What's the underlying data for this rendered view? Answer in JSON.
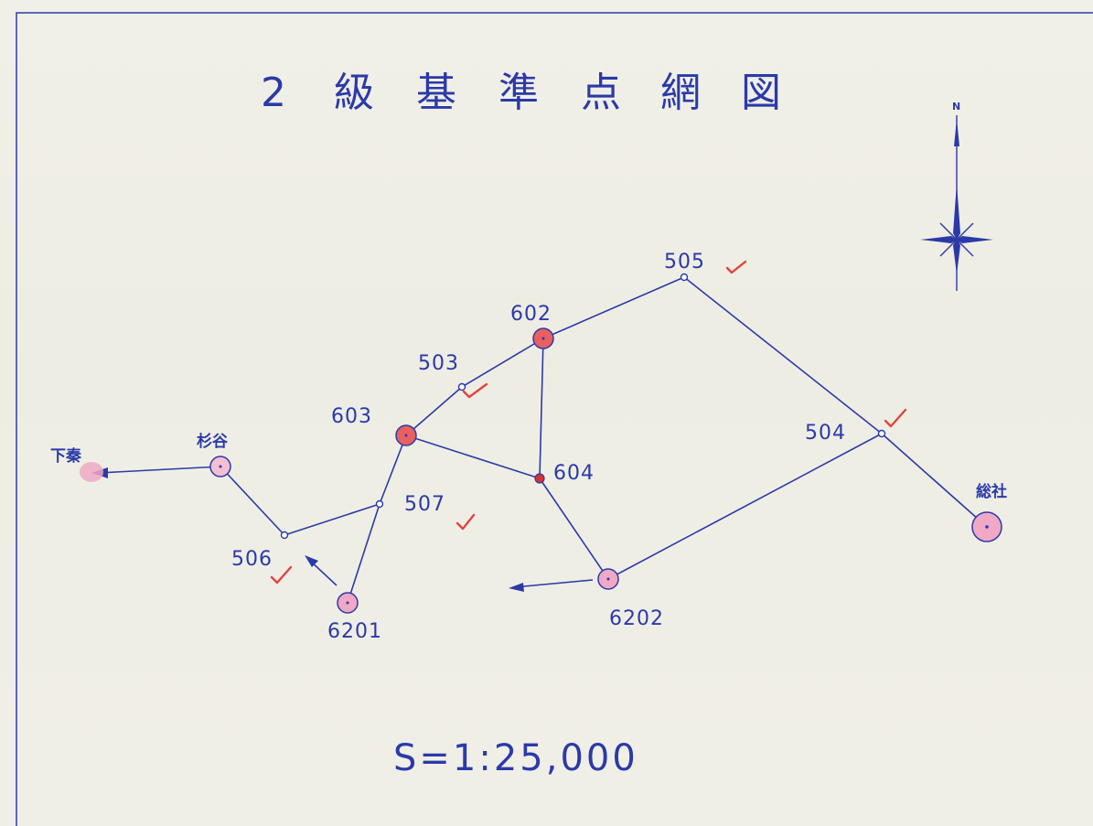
{
  "title": "２級基準点網図",
  "title_chars": [
    "2",
    "級",
    "基",
    "準",
    "点",
    "網",
    "図"
  ],
  "north_label": "N",
  "scale_text": "S=1:25,000",
  "colors": {
    "ink": "#2b3aa8",
    "pink_marker": "#f0a8c4",
    "red_marker": "#e04848",
    "check_mark": "#e0443c"
  },
  "points": [
    {
      "id": "502",
      "label": "505",
      "type": "new-small"
    },
    {
      "id": "602",
      "label": "602",
      "type": "known-red"
    },
    {
      "id": "503",
      "label": "503",
      "type": "new-small"
    },
    {
      "id": "603",
      "label": "603",
      "type": "known-red"
    },
    {
      "id": "604",
      "label": "604",
      "type": "new-red-dot"
    },
    {
      "id": "507",
      "label": "507",
      "type": "new-small"
    },
    {
      "id": "506",
      "label": "506",
      "type": "new-small"
    },
    {
      "id": "6201",
      "label": "6201",
      "type": "known-pink"
    },
    {
      "id": "6202",
      "label": "6202",
      "type": "known-pink"
    },
    {
      "id": "504",
      "label": "504",
      "type": "new-small"
    },
    {
      "id": "sugitani",
      "label": "杉谷",
      "type": "known-pink"
    },
    {
      "id": "shimohata",
      "label": "下秦",
      "type": "target-pink"
    },
    {
      "id": "sosha",
      "label": "総社",
      "type": "known-pink-large"
    }
  ],
  "edges": [
    [
      "sugitani",
      "506"
    ],
    [
      "506",
      "507"
    ],
    [
      "507",
      "6201"
    ],
    [
      "507",
      "603"
    ],
    [
      "603",
      "503"
    ],
    [
      "503",
      "602"
    ],
    [
      "602",
      "502"
    ],
    [
      "502",
      "504"
    ],
    [
      "504",
      "sosha"
    ],
    [
      "504",
      "6202"
    ],
    [
      "6202",
      "604"
    ],
    [
      "604",
      "603"
    ],
    [
      "604",
      "602"
    ]
  ],
  "direction_arrows": [
    "sugitani-to-shimohata",
    "6201-direction",
    "6202-direction"
  ],
  "checked_points": [
    "505",
    "503",
    "507",
    "506",
    "504"
  ]
}
